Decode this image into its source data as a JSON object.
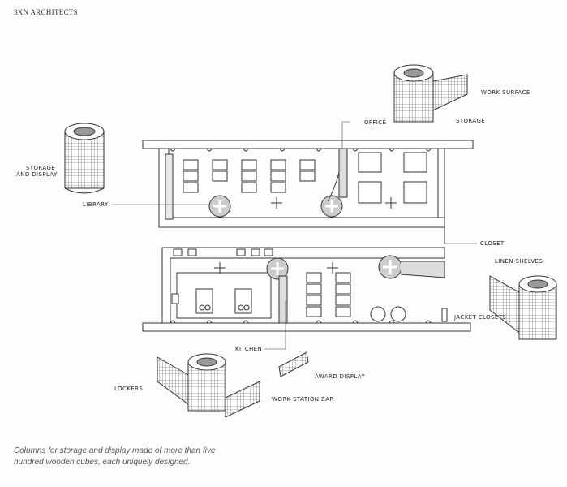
{
  "header": {
    "title": "3XN ARCHITECTS"
  },
  "labels": {
    "work_surface": "WORK SURFACE",
    "storage": "STORAGE",
    "office": "OFFICE",
    "storage_and_display_line1": "STORAGE",
    "storage_and_display_line2": "AND DISPLAY",
    "library": "LIBRARY",
    "closet": "CLOSET",
    "linen_shelves": "LINEN SHELVES",
    "jacket_closets": "JACKET CLOSETS",
    "kitchen": "KITCHEN",
    "award_display": "AWARD DISPLAY",
    "lockers": "LOCKERS",
    "work_station_bar": "WORK STATION BAR"
  },
  "caption": {
    "line1": "Columns for storage and display made of more than five",
    "line2": "hundred wooden cubes, each uniquely designed."
  }
}
